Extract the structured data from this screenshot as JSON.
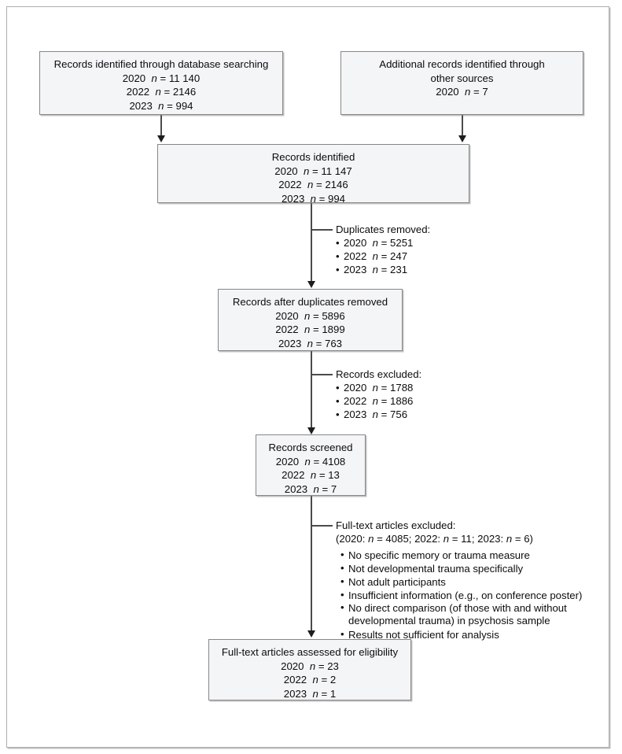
{
  "figure": {
    "type": "prisma-flow-diagram",
    "italic_n": "n"
  },
  "nodes": {
    "db_search": {
      "title": "Records identified through database searching",
      "rows": [
        {
          "year": "2020",
          "eq": " = ",
          "value": "11 140"
        },
        {
          "year": "2022",
          "eq": " = ",
          "value": "2146"
        },
        {
          "year": "2023",
          "eq": " = ",
          "value": "994"
        }
      ]
    },
    "other_sources": {
      "title_line1": "Additional records identified through",
      "title_line2": "other sources",
      "rows": [
        {
          "year": "2020",
          "eq": " = ",
          "value": "7"
        }
      ]
    },
    "identified": {
      "title": "Records identified",
      "rows": [
        {
          "year": "2020",
          "eq": " = ",
          "value": "11 147"
        },
        {
          "year": "2022",
          "eq": " = ",
          "value": "2146"
        },
        {
          "year": "2023",
          "eq": " = ",
          "value": "994"
        }
      ]
    },
    "after_dups": {
      "title": "Records after duplicates removed",
      "rows": [
        {
          "year": "2020",
          "eq": " = ",
          "value": "5896"
        },
        {
          "year": "2022",
          "eq": " = ",
          "value": "1899"
        },
        {
          "year": "2023",
          "eq": " = ",
          "value": "763"
        }
      ]
    },
    "screened": {
      "title": "Records screened",
      "rows": [
        {
          "year": "2020",
          "eq": " = ",
          "value": "4108"
        },
        {
          "year": "2022",
          "eq": " = ",
          "value": "13"
        },
        {
          "year": "2023",
          "eq": " = ",
          "value": "7"
        }
      ]
    },
    "eligibility": {
      "title": "Full-text articles assessed for eligibility",
      "rows": [
        {
          "year": "2020",
          "eq": " = ",
          "value": "23"
        },
        {
          "year": "2022",
          "eq": " = ",
          "value": "2"
        },
        {
          "year": "2023",
          "eq": " = ",
          "value": "1"
        }
      ]
    }
  },
  "notes": {
    "duplicates": {
      "header": "Duplicates removed:",
      "items": [
        {
          "year": "2020",
          "eq": " = ",
          "value": "5251"
        },
        {
          "year": "2022",
          "eq": " = ",
          "value": "247"
        },
        {
          "year": "2023",
          "eq": " = ",
          "value": "231"
        }
      ]
    },
    "excluded": {
      "header": "Records excluded:",
      "items": [
        {
          "year": "2020",
          "eq": " = ",
          "value": "1788"
        },
        {
          "year": "2022",
          "eq": " = ",
          "value": "1886"
        },
        {
          "year": "2023",
          "eq": " = ",
          "value": "756"
        }
      ]
    },
    "fulltext_excluded": {
      "header": "Full-text articles excluded:",
      "counts_prefix": "(2020: ",
      "counts_1": " = 4085; 2022: ",
      "counts_2": " = 11; 2023: ",
      "counts_3": " = 6)",
      "reasons": [
        "No specific memory or trauma measure",
        "Not developmental trauma specifically",
        "Not adult participants",
        "Insufficient information (e.g., on conference poster)",
        "No direct comparison (of those with and without developmental trauma) in psychosis sample",
        "Results not sufficient for analysis"
      ]
    }
  },
  "colors": {
    "box_fill": "#f4f5f7",
    "box_border": "#878787",
    "frame_border": "#aeaeae",
    "connector": "#4b4b4b",
    "text": "#0c0c0c"
  }
}
